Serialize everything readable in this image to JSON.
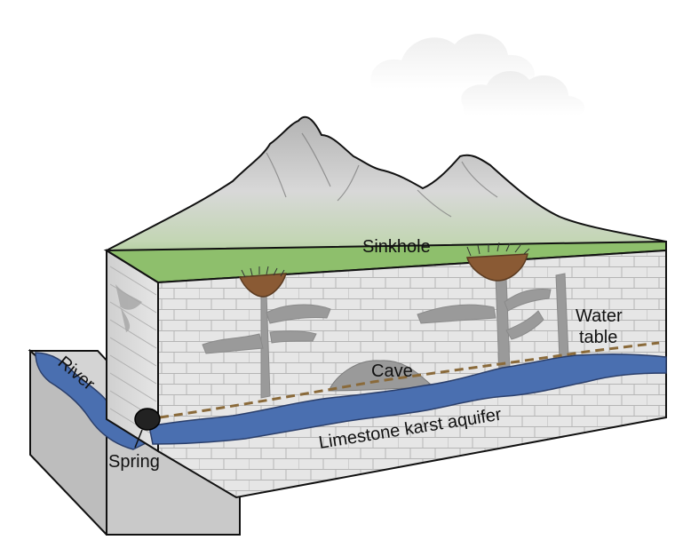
{
  "labels": {
    "sinkhole": "Sinkhole",
    "water_table_line1": "Water",
    "water_table_line2": "table",
    "cave": "Cave",
    "river": "River",
    "spring": "Spring",
    "aquifer": "Limestone karst aquifer"
  },
  "colors": {
    "sky_cloud": "#eeeeee",
    "mountain_top": "#aaaaaa",
    "grass": "#8ebf6c",
    "limestone": "#e6e6e6",
    "brick_lines": "#b5b5b5",
    "cave_gray": "#9a9a9a",
    "water": "#4a6fb0",
    "water_light": "#6f8fcf",
    "sinkhole_soil": "#8a5a34",
    "water_table_line": "#8a6a3a",
    "rock_side": "#c8c8c8"
  }
}
